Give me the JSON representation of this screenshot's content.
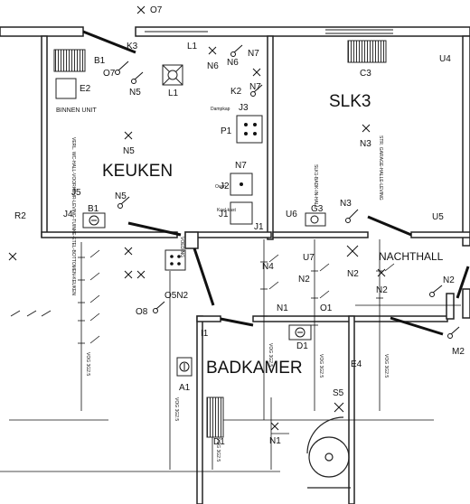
{
  "rooms": {
    "keuken": "KEUKEN",
    "slk3": "SLK3",
    "nachthall": "NACHTHALL",
    "badkamer": "BADKAMER"
  },
  "annotations": {
    "binnen_unit": "BINNEN UNIT",
    "dampkap": "Dampkap",
    "oven": "Oven",
    "koelkast": "Koel-kast",
    "voeding": "VOEDING"
  },
  "symbol_labels": {
    "o7_top": "O7",
    "k3": "K3",
    "l1_top": "L1",
    "n7_a": "N7",
    "b1": "B1",
    "o7": "O7",
    "n6_a": "N6",
    "n6_b": "N6",
    "n5_a": "N5",
    "l1": "L1",
    "e2": "E2",
    "k2": "K2",
    "n7_b": "N7",
    "j3": "J3",
    "p1": "P1",
    "n5_b": "N5",
    "n7_c": "N7",
    "j2": "J2",
    "j1_a": "J1",
    "j1_b": "J1",
    "j5": "J5",
    "n5_c": "N5",
    "r2": "R2",
    "j4": "J4",
    "b1_b": "B1",
    "c3": "C3",
    "u4": "U4",
    "n3_a": "N3",
    "u6": "U6",
    "g3": "G3",
    "n3_b": "N3",
    "u5": "U5",
    "u7": "U7",
    "n2_a": "N2",
    "n2_b": "N2",
    "n2_c": "N2",
    "n4": "N4",
    "n2_d": "N2",
    "n1_a": "N1",
    "o1": "O1",
    "o5n2": "O5N2",
    "o8": "O8",
    "d1": "D1",
    "m2": "M2",
    "a1": "A1",
    "e4": "E4",
    "s5": "S5",
    "n1_b": "N1",
    "d1_b": "D1",
    "i1": "I1"
  },
  "vertical_texts": {
    "keuken_note": "VERL. WC-HALL-VOORKEUR-LEVING-TUINKE-ETEL-BOTTOMEN-KEUKEN",
    "slk1_note": "SLK1-BADK-IN-HALL",
    "garage_note": "STR. GARAGE-HALLE-LEVING",
    "vog_a": "VOG 3G2.5",
    "vog_b": "VOG 3G2.5",
    "vog_c": "VOG 3G2.5",
    "vog_d": "VOG 3G2.5",
    "vog_e": "VOG 3G2.5",
    "vog_f": "VOG 3G2.5"
  },
  "colors": {
    "line": "#111111",
    "wall": "#222222",
    "hatch": "#333333"
  }
}
